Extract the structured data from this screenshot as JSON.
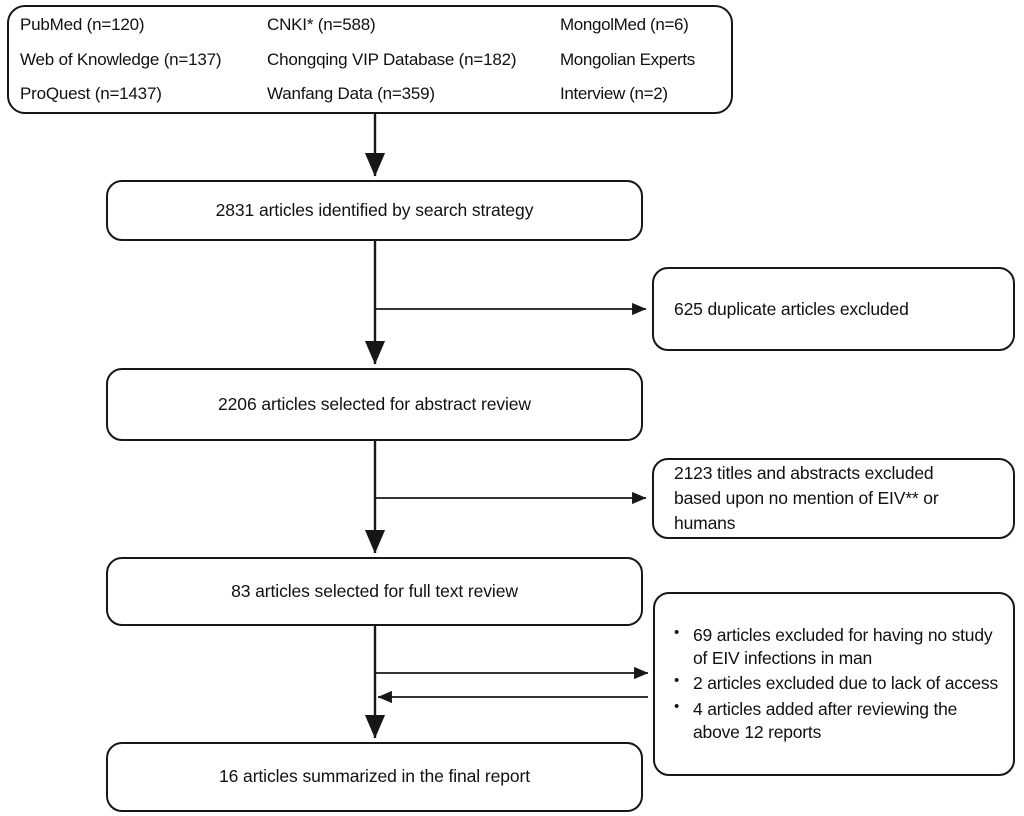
{
  "figure": {
    "type": "prisma-flow-diagram",
    "line_color": "#17171a",
    "background": "#ffffff"
  },
  "sources_box": {
    "columns": [
      {
        "lines": [
          "PubMed (n=120)",
          "Web of Knowledge (n=137)",
          "ProQuest (n=1437)"
        ]
      },
      {
        "lines": [
          "CNKI* (n=588)",
          "Chongqing VIP Database (n=182)",
          "Wanfang Data (n=359)"
        ]
      },
      {
        "lines": [
          "MongolMed (n=6)",
          "Mongolian Experts",
          "Interview (n=2)"
        ]
      }
    ]
  },
  "main_steps": [
    {
      "id": "identified",
      "label": "2831 articles identified by search strategy",
      "count": 2831
    },
    {
      "id": "abstract",
      "label": "2206 articles selected for abstract review",
      "count": 2206
    },
    {
      "id": "fulltext",
      "label": "83 articles selected for full text review",
      "count": 83
    },
    {
      "id": "final",
      "label": "16 articles summarized in the final report",
      "count": 16
    }
  ],
  "side_boxes": {
    "duplicates": {
      "label": "625 duplicate articles excluded",
      "count": 625
    },
    "excluded_abstracts": {
      "lines": [
        "2123 titles and abstracts excluded",
        "based upon no mention of EIV** or",
        "humans"
      ],
      "count": 2123
    },
    "fulltext_notes": {
      "bullets": [
        "69 articles excluded for having no study of EIV infections in man",
        "2 articles excluded due to lack of access",
        "4 articles added after reviewing the above 12 reports"
      ]
    }
  }
}
